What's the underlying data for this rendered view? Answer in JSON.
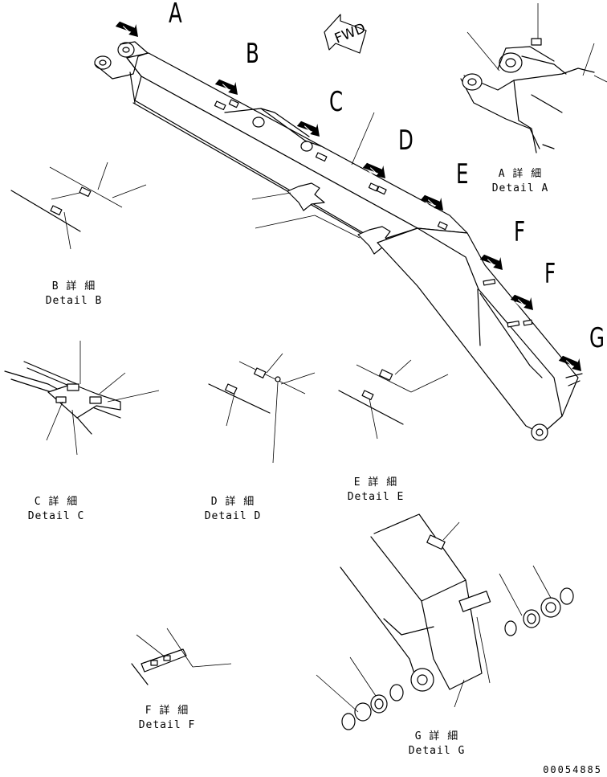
{
  "view_labels": {
    "a": "A",
    "b": "B",
    "c": "C",
    "d": "D",
    "e": "E",
    "f1": "F",
    "f2": "F",
    "g": "G"
  },
  "forward_marker": "FWD",
  "details": {
    "a": {
      "jp": "A 詳 細",
      "en": "Detail A"
    },
    "b": {
      "jp": "B 詳 細",
      "en": "Detail B"
    },
    "c": {
      "jp": "C 詳 細",
      "en": "Detail C"
    },
    "d": {
      "jp": "D 詳 細",
      "en": "Detail D"
    },
    "e": {
      "jp": "E 詳 細",
      "en": "Detail E"
    },
    "f": {
      "jp": "F 詳 細",
      "en": "Detail F"
    },
    "g": {
      "jp": "G 詳 細",
      "en": "Detail G"
    }
  },
  "part_number": "00054885"
}
